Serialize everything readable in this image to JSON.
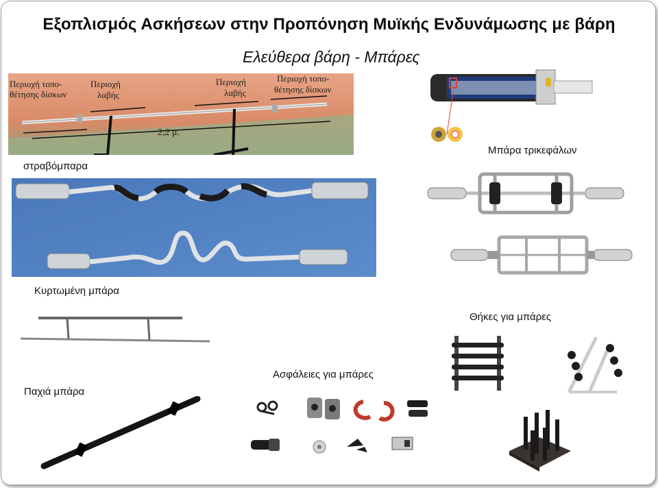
{
  "title": "Εξοπλισμός Ασκήσεων στην Προπόνηση Μυϊκής Ενδυνάμωσης με βάρη",
  "subtitle": "Ελεύθερα βάρη - Μπάρες",
  "labels": {
    "curl_bar": "στραβόμπαρα",
    "triceps_bar": "Μπάρα τρικεφάλων",
    "curved_bar": "Κυρτωμένη μπάρα",
    "thick_bar": "Παχιά μπάρα",
    "collars": "Ασφάλειες για μπάρες",
    "racks": "Θήκες για μπάρες"
  },
  "barbell_photo": {
    "plate_zone_left": [
      "Περιοχή τοπο-",
      "θέτησης δίσκων"
    ],
    "grip_zone_left": [
      "Περιοχή",
      "λαβής"
    ],
    "grip_zone_right": [
      "Περιοχή",
      "λαβής"
    ],
    "plate_zone_right": [
      "Περιοχή τοπο-",
      "θέτησης δίσκων"
    ],
    "length": "2,2 μ."
  },
  "colors": {
    "barbell_bg": "#d98a68",
    "ez_bg": "#4f7fc0",
    "chrome": "#c8c8c8",
    "black_bar": "#111111"
  }
}
